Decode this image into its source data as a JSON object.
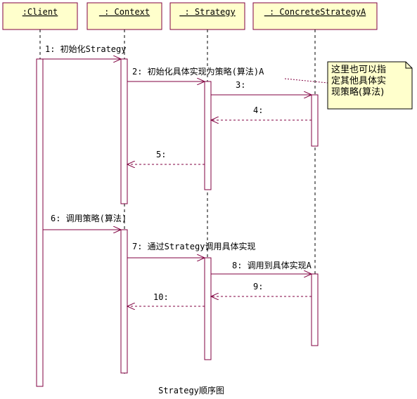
{
  "diagram": {
    "caption": "Strategy顺序图",
    "colors": {
      "box_fill": "#ffffcc",
      "line": "#800040",
      "lifeline": "#000000",
      "note_fill": "#ffffcc"
    },
    "objects": [
      {
        "id": "client",
        "label": ":Client"
      },
      {
        "id": "context",
        "label": " : Context"
      },
      {
        "id": "strategy",
        "label": " : Strategy"
      },
      {
        "id": "concrete",
        "label": " : ConcreteStrategyA"
      }
    ],
    "messages": [
      {
        "id": "m1",
        "label": "1: 初始化Strategy",
        "kind": "call"
      },
      {
        "id": "m2",
        "label": "2: 初始化具体实现为策略(算法)A",
        "kind": "call"
      },
      {
        "id": "m3",
        "label": "3:",
        "kind": "call"
      },
      {
        "id": "m4",
        "label": "4:",
        "kind": "return"
      },
      {
        "id": "m5",
        "label": "5:",
        "kind": "return"
      },
      {
        "id": "m6",
        "label": "6: 调用策略(算法)",
        "kind": "call"
      },
      {
        "id": "m7",
        "label": "7: 通过Strategy调用具体实现",
        "kind": "call"
      },
      {
        "id": "m8",
        "label": "8: 调用到具体实现A",
        "kind": "call"
      },
      {
        "id": "m9",
        "label": "9:",
        "kind": "return"
      },
      {
        "id": "m10",
        "label": "10:",
        "kind": "return"
      }
    ],
    "note": {
      "lines": [
        "这里也可以指",
        "定其他具体实",
        "现策略(算法)"
      ]
    }
  }
}
